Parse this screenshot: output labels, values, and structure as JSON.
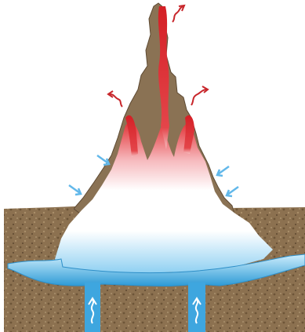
{
  "caption": {
    "text": "",
    "visible": false
  },
  "colors": {
    "soil": "#8f7350",
    "soil_dark": "#6f5638",
    "rock": "#8b7457",
    "hot": "#d9282a",
    "hot_light": "#f4a3a6",
    "water": "#3aa9df",
    "water_light": "#bfe6fb",
    "steam_arrow": "#62b8ea",
    "heat_arrow": "#c7262b",
    "background": "#ffffff"
  },
  "icons": {
    "heat_arrow": "wavy-up-arrow",
    "inflow_arrow": "diagonal-arrow",
    "groundwater_arrow": "wavy-up-arrow"
  }
}
